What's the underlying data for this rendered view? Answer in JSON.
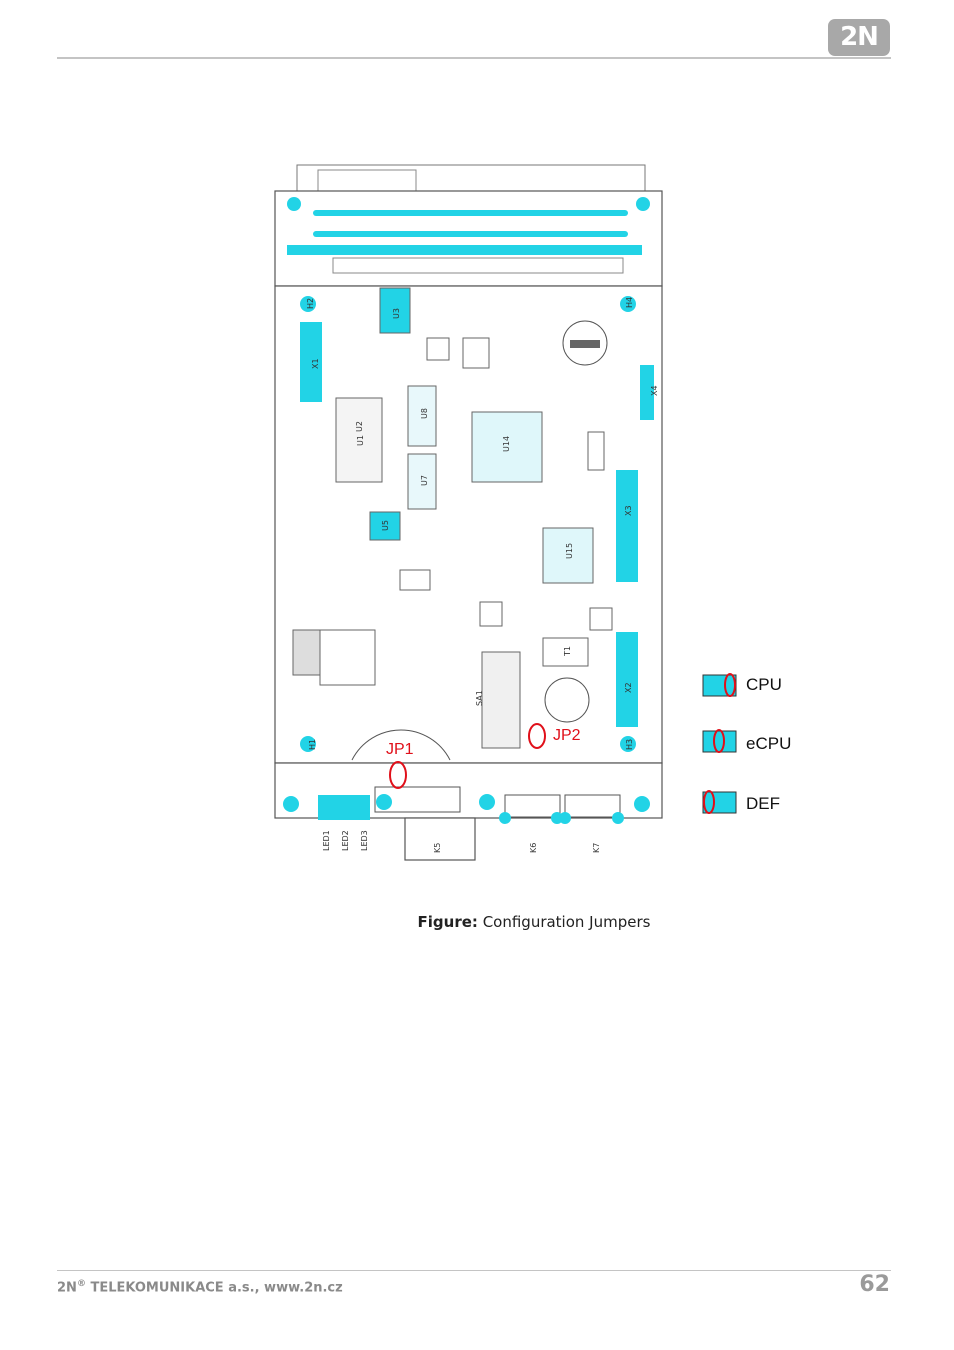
{
  "header": {
    "logo_text": "2N"
  },
  "figure": {
    "pcb_labels": {
      "jp1": "JP1",
      "jp2": "JP2",
      "h1": "H1",
      "h2": "H2",
      "h3": "H3",
      "h4": "H4",
      "u1": "U1",
      "u2": "U2",
      "u3": "U3",
      "u5": "U5",
      "u7": "U7",
      "u8": "U8",
      "u14": "U14",
      "u15": "U15",
      "sa1": "SA1",
      "t1": "T1",
      "x1": "X1",
      "x2": "X2",
      "x3": "X3",
      "x4": "X4",
      "k5": "K5",
      "k6": "K6",
      "k7": "K7",
      "led1": "LED1",
      "led2": "LED2",
      "led3": "LED3"
    },
    "legend": [
      {
        "label": "CPU"
      },
      {
        "label": "eCPU"
      },
      {
        "label": "DEF"
      }
    ],
    "colors": {
      "board_cyan": "#22d3e6",
      "jumper_red": "#e0101a",
      "outline": "#555555"
    }
  },
  "caption": {
    "prefix": "Figure:",
    "text": "Configuration Jumpers"
  },
  "footer": {
    "company_prefix": "2N",
    "registered": "®",
    "company_rest": " TELEKOMUNIKACE a.s., www.2n.cz",
    "page_number": "62"
  }
}
